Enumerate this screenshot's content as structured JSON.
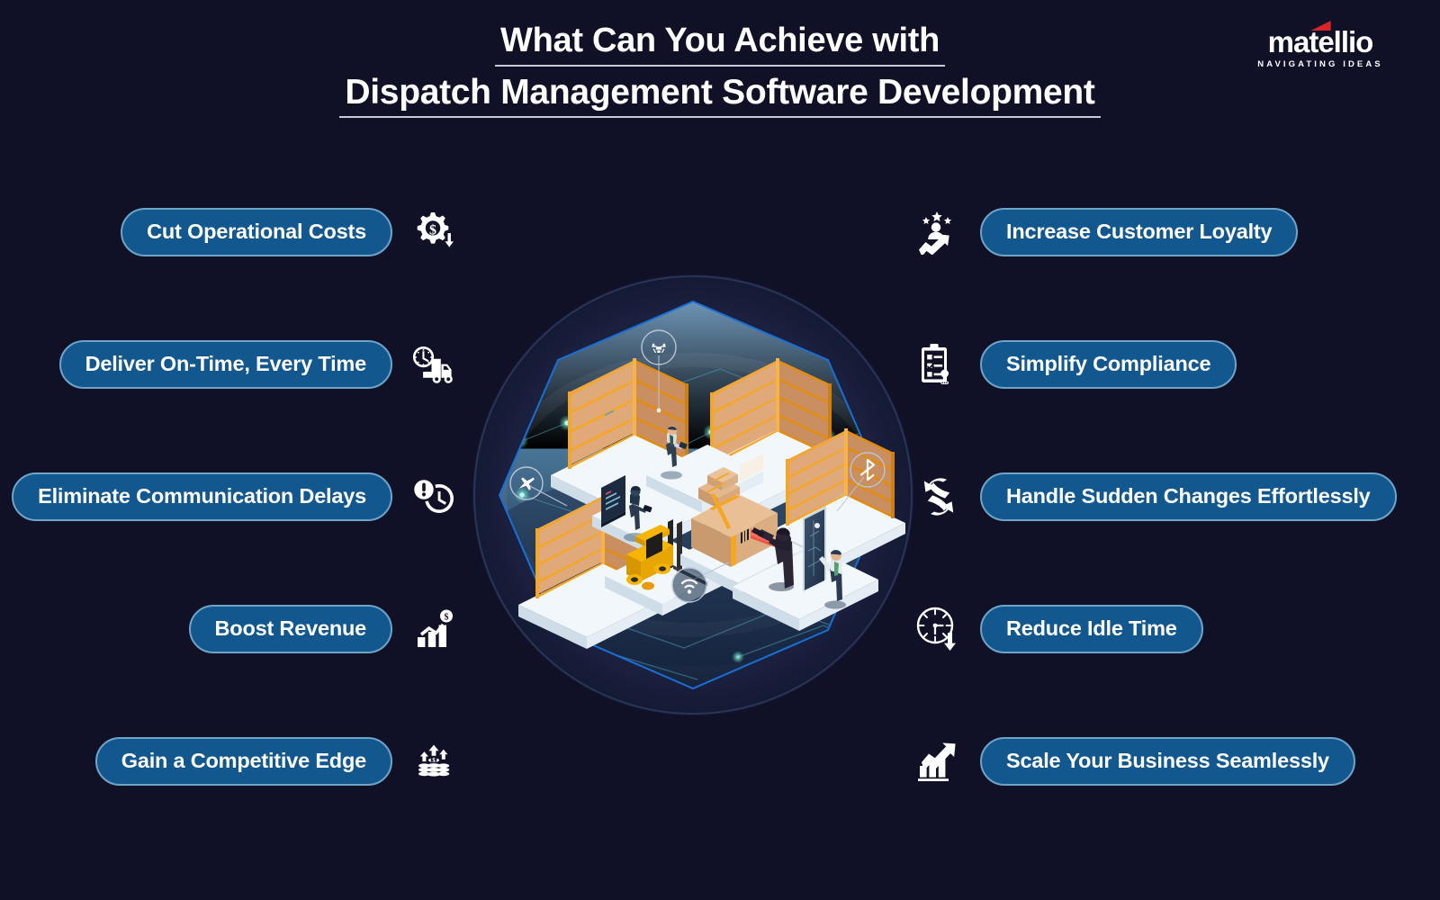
{
  "background_color": "#101127",
  "header": {
    "title_line1": "What Can You Achieve with",
    "title_line2": "Dispatch Management Software Development",
    "logo_word": "matellio",
    "logo_tagline": "NAVIGATING IDEAS",
    "logo_accent_color": "#d9252a"
  },
  "theme": {
    "pill_fill": "#12588f",
    "pill_border": "#6fa4c8",
    "pill_text": "#ffffff",
    "icon_color": "#ffffff"
  },
  "benefits_left": [
    {
      "label": "Cut Operational Costs",
      "icon": "gear-dollar-down-icon"
    },
    {
      "label": "Deliver On-Time, Every Time",
      "icon": "truck-clock-icon"
    },
    {
      "label": "Eliminate Communication Delays",
      "icon": "alert-clock-icon"
    },
    {
      "label": "Boost Revenue",
      "icon": "bar-chart-dollar-icon"
    },
    {
      "label": "Gain a Competitive Edge",
      "icon": "coins-arrows-up-icon"
    }
  ],
  "benefits_right": [
    {
      "label": "Increase Customer Loyalty",
      "icon": "person-stars-growth-icon"
    },
    {
      "label": "Simplify Compliance",
      "icon": "clipboard-check-icon"
    },
    {
      "label": "Handle Sudden Changes Effortlessly",
      "icon": "refresh-arrows-icon"
    },
    {
      "label": "Reduce Idle Time",
      "icon": "clock-down-arrow-icon"
    },
    {
      "label": "Scale Your Business Seamlessly",
      "icon": "growth-chart-arrow-icon"
    }
  ],
  "illustration": {
    "name": "isometric-smart-warehouse",
    "ring_color": "#1b2140",
    "octagon_outline": "#1a6fd4",
    "floor_top_color": "#5d89ae",
    "floor_bottom_color": "#16203a",
    "rack_frame_color": "#f5a623",
    "carton_color": "#dcae80",
    "platform_color": "#f4f8fb",
    "forklift_color": "#f7b500",
    "scanner_beam_color": "#e8453c",
    "circuit_line_color": "#3f8ca5",
    "node_glow_color": "#7fe7d4",
    "badges": [
      "drone-badge",
      "plane-badge",
      "wifi-badge",
      "bluetooth-badge"
    ]
  }
}
